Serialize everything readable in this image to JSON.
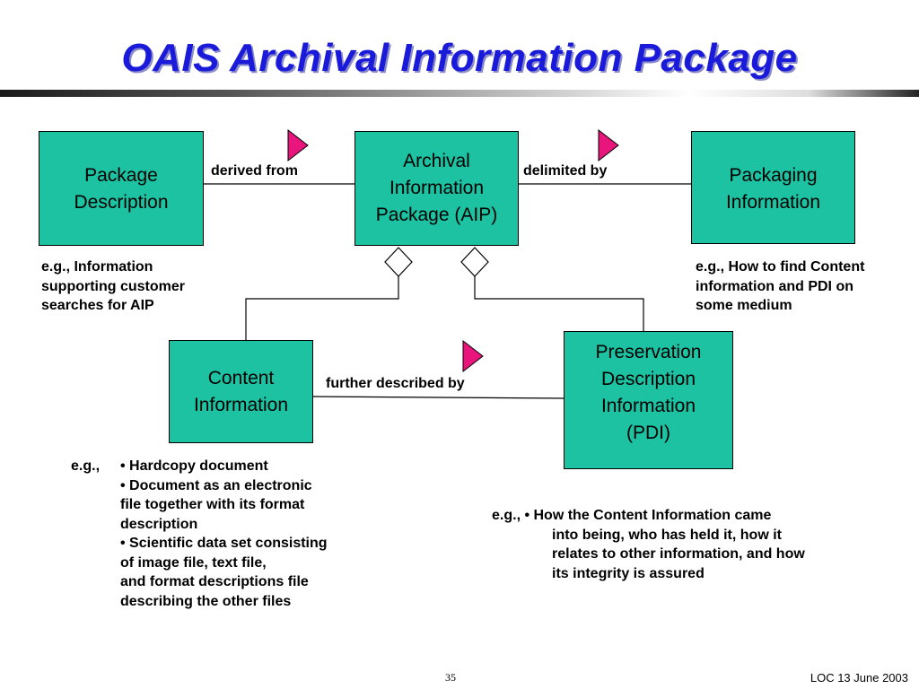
{
  "slide": {
    "title": "OAIS Archival Information Package",
    "page_number": "35",
    "footer": "LOC  13 June 2003"
  },
  "boxes": {
    "package_description": "Package\nDescription",
    "aip": "Archival\nInformation\nPackage (AIP)",
    "packaging_information": "Packaging\nInformation",
    "content_information": "Content\nInformation",
    "pdi": "Preservation\nDescription\nInformation\n(PDI)"
  },
  "relations": {
    "derived_from": "derived from",
    "delimited_by": "delimited by",
    "further_described_by": "further described by"
  },
  "notes": {
    "package_description": "e.g., Information\nsupporting customer\nsearches for AIP",
    "packaging_information": "e.g., How to find Content\ninformation and PDI on\nsome medium",
    "content_information_lead": "e.g.,",
    "content_information_items": "• Hardcopy document\n• Document as an electronic\n   file together with its format\n   description\n• Scientific data set consisting\n   of image file,  text file,\n   and format descriptions file\n   describing the other files",
    "pdi_lead": "e.g., • How the Content Information came",
    "pdi_rest": "into being, who has held it, how it\nrelates to other information, and how\nits integrity is assured"
  },
  "colors": {
    "title": "#1a1adb",
    "box_fill": "#1dc2a2",
    "arrow_marker": "#e8157c"
  }
}
